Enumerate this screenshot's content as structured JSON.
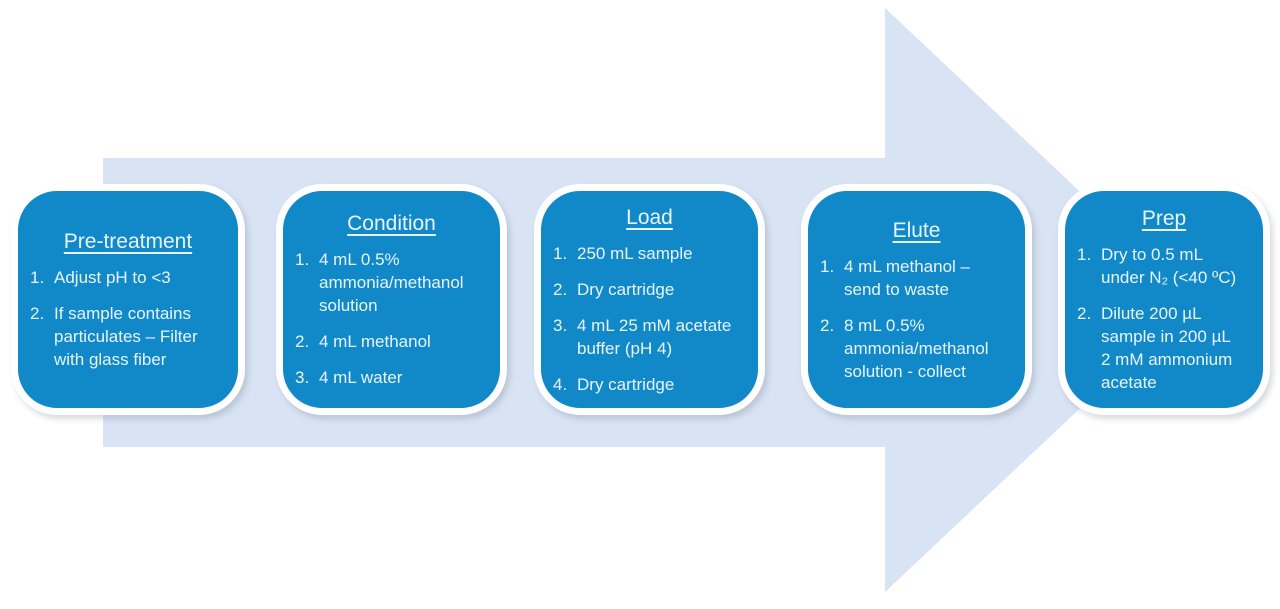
{
  "colors": {
    "box_fill": "#1189c9",
    "arrow_fill": "#d8e3f3",
    "text_color": "#e8f4fb",
    "border_color": "#ffffff"
  },
  "diagram": {
    "type": "process-flow-arrow",
    "direction": "left-to-right",
    "steps": [
      {
        "title": "Pre-treatment",
        "items": [
          {
            "num": "1.",
            "text": "Adjust pH to <3"
          },
          {
            "num": "2.",
            "text": "If sample contains\nparticulates – Filter\nwith glass fiber"
          }
        ]
      },
      {
        "title": "Condition",
        "items": [
          {
            "num": "1.",
            "text": "4 mL 0.5%\nammonia/methanol\nsolution"
          },
          {
            "num": "2.",
            "text": "4 mL methanol"
          },
          {
            "num": "3.",
            "text": "4 mL water"
          }
        ]
      },
      {
        "title": "Load",
        "items": [
          {
            "num": "1.",
            "text": "250 mL sample"
          },
          {
            "num": "2.",
            "text": "Dry cartridge"
          },
          {
            "num": "3.",
            "text": "4 mL 25 mM acetate\nbuffer (pH 4)"
          },
          {
            "num": "4.",
            "text": "Dry cartridge"
          }
        ]
      },
      {
        "title": "Elute",
        "items": [
          {
            "num": "1.",
            "text": "4 mL methanol –\nsend to waste"
          },
          {
            "num": "2.",
            "text": "8 mL 0.5%\nammonia/methanol\nsolution - collect"
          }
        ]
      },
      {
        "title": "Prep",
        "items": [
          {
            "num": "1.",
            "text": "Dry to 0.5 mL\nunder N₂ (<40 ºC)"
          },
          {
            "num": "2.",
            "text": "Dilute 200 µL\nsample in 200 µL\n2 mM ammonium\nacetate"
          }
        ]
      }
    ]
  }
}
